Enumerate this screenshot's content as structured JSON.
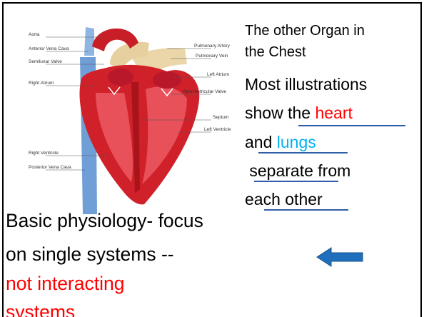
{
  "slide": {
    "subtitle_line1": "The other Organ in",
    "subtitle_line2": "the  Chest",
    "text_line1": "Most illustrations",
    "text_line2_a": "show t",
    "text_line2_b": "he ",
    "text_line2_red": "heart",
    "text_line3_a": "and ",
    "text_line3_blue": "lungs",
    "text_line4": " separate from",
    "text_line5": "each other",
    "bottom_line1": "Basic physiology- focus",
    "bottom_line2": "on single systems --",
    "bottom_line3_red": "not interacting",
    "bottom_line4_red": "systems"
  },
  "diagram": {
    "labels_left": [
      "Aorta",
      "Anterior Vena Cava",
      "Semilunar Valve",
      "Right Atrium",
      "Right Ventricle",
      "Posterior Vena Cava"
    ],
    "labels_right": [
      "Pulmonary Artery",
      "Pulmonary Vein",
      "Left Atrium",
      "Atrioventricular Valve",
      "Septum",
      "Left Ventricle"
    ]
  },
  "colors": {
    "heart_red": "#d0202a",
    "vessel_blue": "#6f9fd6",
    "pulmonary_tan": "#ead6a8",
    "accent_red": "#ff0000",
    "accent_blue": "#00b0f0",
    "underline_blue": "#2e5ea8",
    "arrow_blue": "#1f6fbd"
  },
  "icons": {
    "arrow": "left-arrow-icon"
  }
}
